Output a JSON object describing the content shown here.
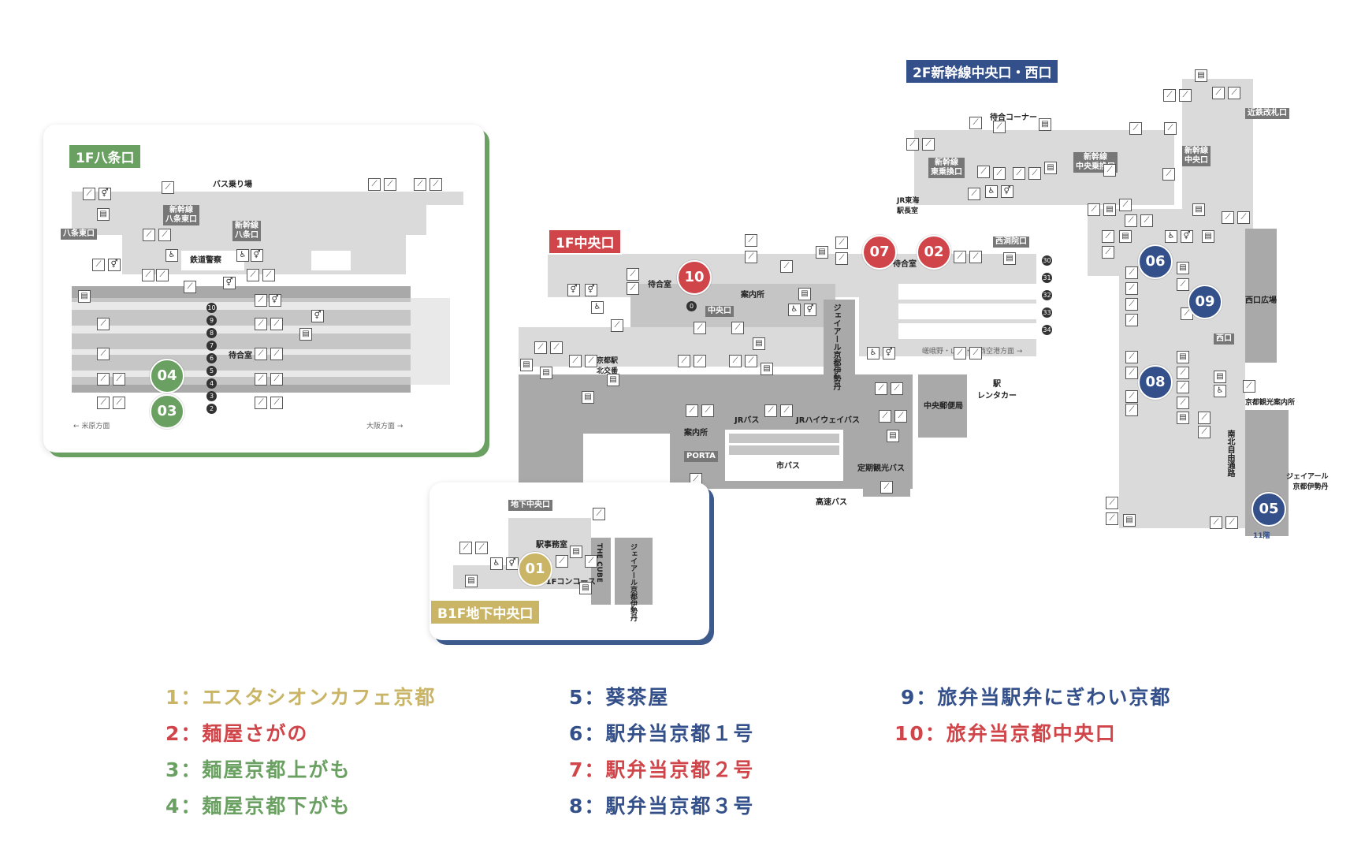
{
  "colors": {
    "gold": "#c9b565",
    "red": "#d0454a",
    "navy": "#34508a",
    "green": "#6aa061"
  },
  "areas": {
    "hachijo": "1F八条口",
    "central": "1F中央口",
    "shinkansen": "2F新幹線中央口・西口",
    "b1f": "B1F地下中央口"
  },
  "labels": {
    "bus_stop": "バス乗り場",
    "shinkansen_hachijo_east": "新幹線\n八条東口",
    "shinkansen_hachijo": "新幹線\n八条口",
    "hachijo_east": "八条東口",
    "railway_police": "鉄道警察",
    "waiting_room": "待合室",
    "toward_maibara": "← 米原方面",
    "toward_osaka": "大阪方面 →",
    "waiting_room_2": "待合室",
    "info_desk": "案内所",
    "central_exit": "中央口",
    "koban": "京都駅\n北交番",
    "jr_isetan": "ジェイアール京都伊勢丹",
    "jr_bus": "JRバス",
    "jr_highway_bus": "JRハイウェイバス",
    "info_desk_2": "案内所",
    "porta": "PORTA",
    "city_bus": "市バス",
    "express_bus": "高速バス",
    "sightseeing_bus": "定期観光バス",
    "post_office": "中央郵便局",
    "rental_car": "駅\nレンタカー",
    "nishinotoin": "西洞院口",
    "toward_sagano": "嵯峨野・山陰・関西空港方面 →",
    "waiting_corner": "待合コーナー",
    "shinkansen_east_transfer": "新幹線\n東乗換口",
    "shinkansen_central_transfer": "新幹線\n中央乗換口",
    "jr_tokai_office": "JR東海\n駅長室",
    "shinkansen_central": "新幹線\n中央口",
    "kintetsu_gate": "近鉄改札口",
    "west_plaza": "西口広場",
    "west_exit": "西口",
    "kyoto_tourist_info": "京都観光案内所",
    "north_south_passage": "南北自由通路",
    "jr_isetan_2": "ジェイアール\n京都伊勢丹",
    "floor_11": "11階",
    "underground_central": "地下中央口",
    "station_office": "駅事務室",
    "b1f_concourse": "B1Fコンコース",
    "the_cube": "THE CUBE",
    "jr_isetan_3": "ジェイアール京都伊勢丹"
  },
  "platform_numbers": [
    "10",
    "9",
    "8",
    "7",
    "6",
    "5",
    "4",
    "3",
    "2"
  ],
  "platform_numbers_right": [
    "30",
    "31",
    "32",
    "33",
    "34"
  ],
  "platform_zero": "0",
  "pins": [
    {
      "id": "01",
      "color": "gold"
    },
    {
      "id": "02",
      "color": "red"
    },
    {
      "id": "03",
      "color": "green"
    },
    {
      "id": "04",
      "color": "green"
    },
    {
      "id": "05",
      "color": "navy"
    },
    {
      "id": "06",
      "color": "navy"
    },
    {
      "id": "07",
      "color": "red"
    },
    {
      "id": "08",
      "color": "navy"
    },
    {
      "id": "09",
      "color": "navy"
    },
    {
      "id": "10",
      "color": "red"
    }
  ],
  "legend": [
    {
      "text": "1：エスタシオンカフェ京都",
      "color": "gold"
    },
    {
      "text": "2：麺屋さがの",
      "color": "red"
    },
    {
      "text": "3：麺屋京都上がも",
      "color": "green"
    },
    {
      "text": "4：麺屋京都下がも",
      "color": "green"
    },
    {
      "text": "5：葵茶屋",
      "color": "navy"
    },
    {
      "text": "6：駅弁当京都１号",
      "color": "navy"
    },
    {
      "text": "7：駅弁当京都２号",
      "color": "red"
    },
    {
      "text": "8：駅弁当京都３号",
      "color": "navy"
    },
    {
      "text": "9：旅弁当駅弁にぎわい京都",
      "color": "navy"
    },
    {
      "text": "10：旅弁当京都中央口",
      "color": "red"
    }
  ]
}
